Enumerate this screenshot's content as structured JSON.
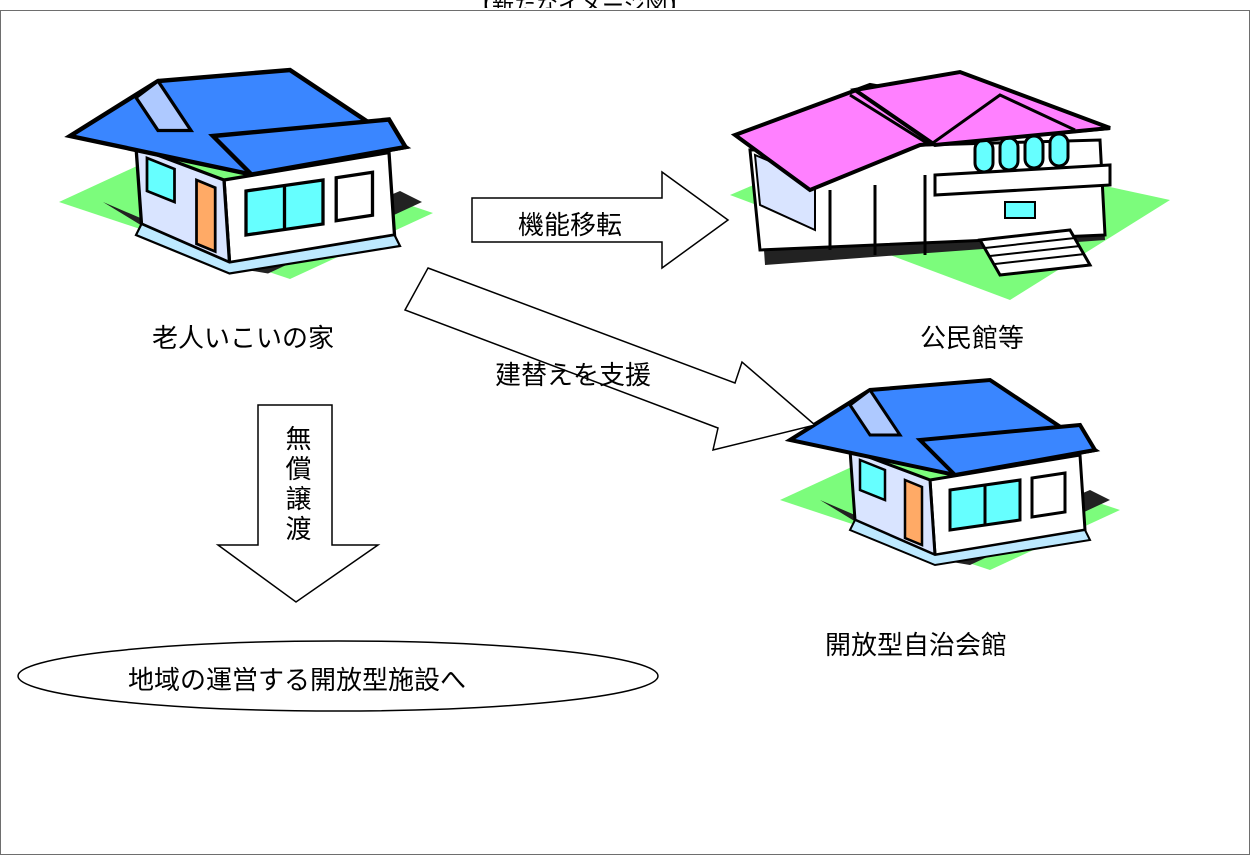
{
  "header": {
    "title": "【新たなイメージ図】"
  },
  "buildings": {
    "old_house": {
      "label": "老人いこいの家"
    },
    "community_hall": {
      "label": "公民館等"
    },
    "open_hall": {
      "label": "開放型自治会館"
    }
  },
  "arrows": {
    "relocation": {
      "label": "機能移転"
    },
    "rebuild_support": {
      "label": "建替えを支援"
    },
    "free_transfer": {
      "label": "無償譲渡"
    }
  },
  "destination": {
    "label": "地域の運営する開放型施設へ"
  },
  "colors": {
    "grass": "#7cfc7c",
    "roof_blue": "#3a86ff",
    "roof_pink": "#ff80ff",
    "window": "#66ffff",
    "door": "#ffaa66",
    "wall": "#ffffff"
  }
}
